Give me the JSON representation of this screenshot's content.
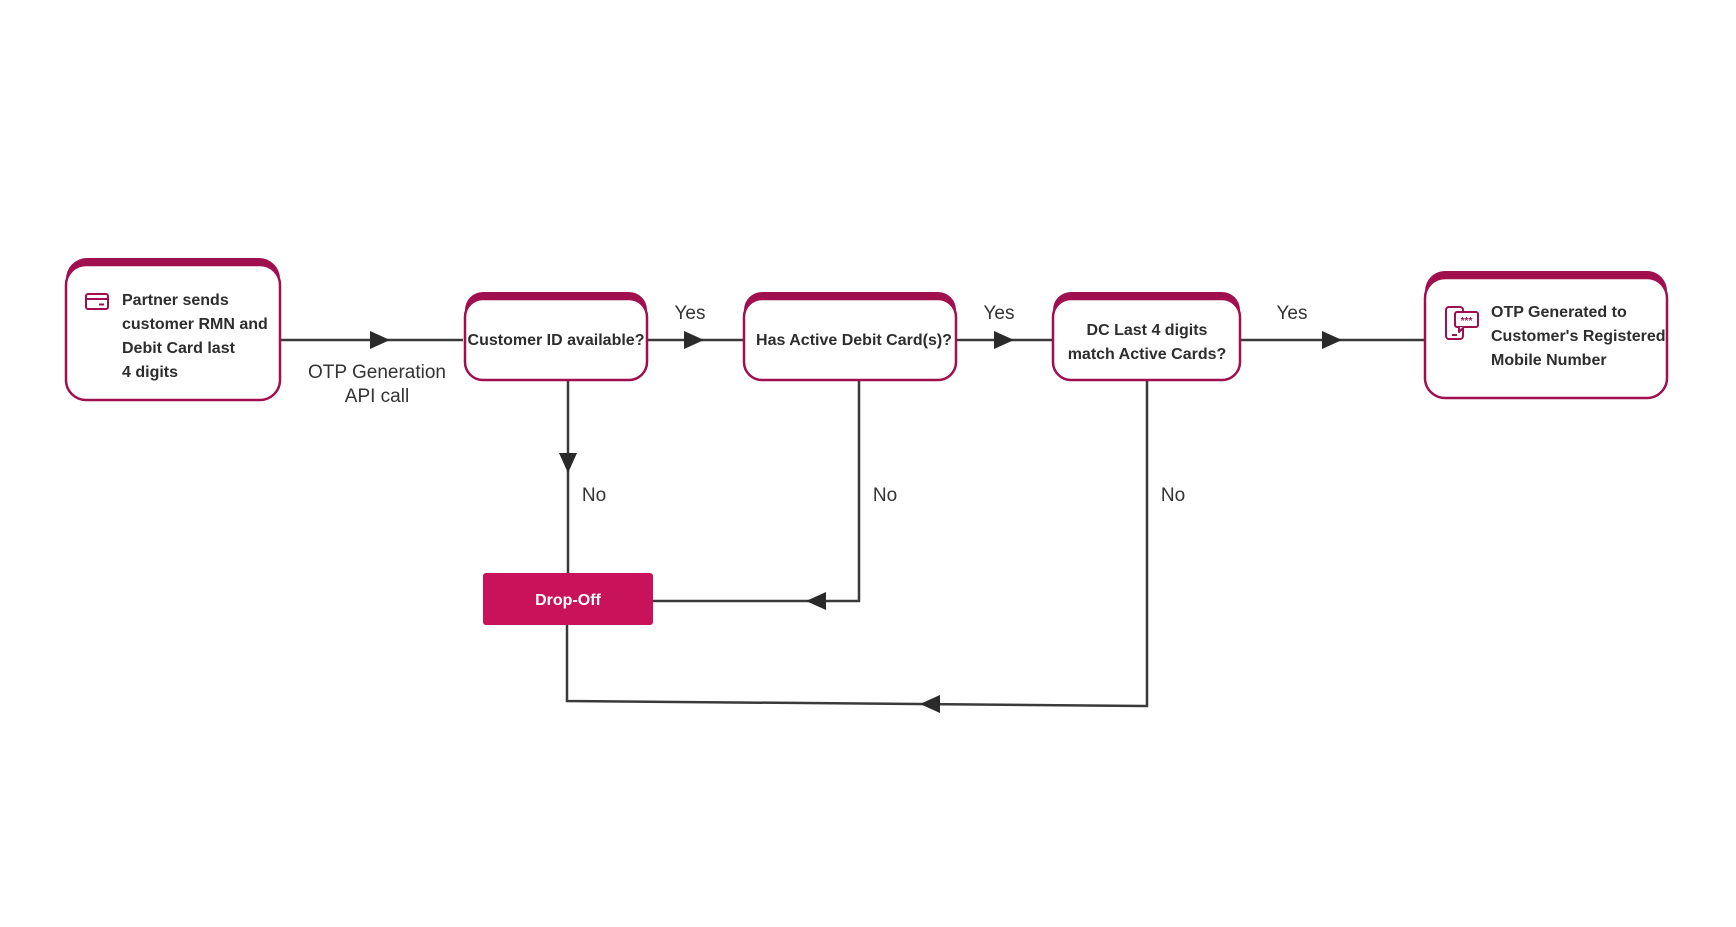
{
  "colors": {
    "accent": "#a0104f",
    "node_border": "#a0104f",
    "drop_off_fill": "#c8125a",
    "edge": "#3a3a3a"
  },
  "nodes": {
    "partner": {
      "lines": [
        "Partner sends",
        "customer RMN and",
        "Debit Card last",
        "4 digits"
      ],
      "icon": "credit-card-icon"
    },
    "customer_id": {
      "lines": [
        "Customer ID available?"
      ]
    },
    "active_debit": {
      "lines": [
        "Has Active Debit Card(s)?"
      ]
    },
    "dc_match": {
      "lines": [
        "DC Last 4 digits",
        "match Active Cards?"
      ]
    },
    "otp_generated": {
      "lines": [
        "OTP Generated to",
        "Customer's Registered",
        "Mobile Number"
      ],
      "icon": "mobile-otp-icon"
    },
    "drop_off": {
      "label": "Drop-Off"
    }
  },
  "edges": {
    "api_call": [
      "OTP Generation",
      "API call"
    ],
    "yes_1": "Yes",
    "yes_2": "Yes",
    "yes_3": "Yes",
    "no_1": "No",
    "no_2": "No",
    "no_3": "No"
  }
}
